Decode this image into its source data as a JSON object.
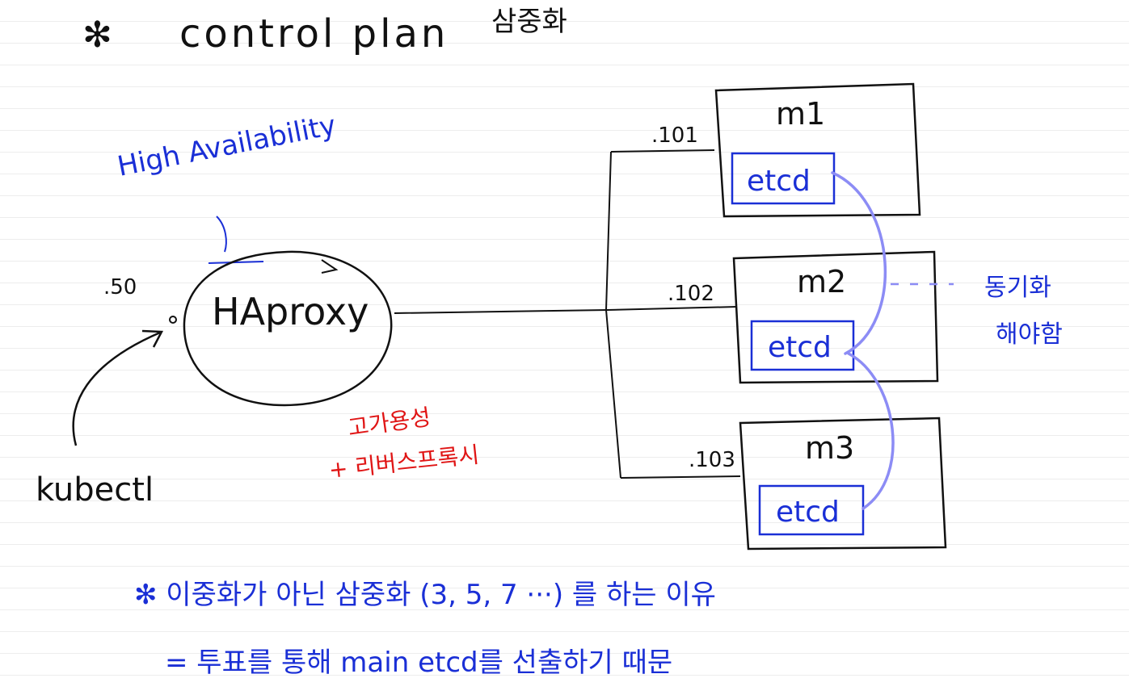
{
  "title": {
    "bullet": "✻",
    "text": "control plan",
    "korean": "삼중화"
  },
  "ha_note": "High Availability",
  "haproxy": {
    "label": "HAproxy",
    "ip": ".50",
    "note_line1": "고가용성",
    "note_line2": "+ 리버스프록시"
  },
  "client": "kubectl",
  "masters": [
    {
      "name": "m1",
      "ip": ".101",
      "db": "etcd"
    },
    {
      "name": "m2",
      "ip": ".102",
      "db": "etcd"
    },
    {
      "name": "m3",
      "ip": ".103",
      "db": "etcd"
    }
  ],
  "sync_note": {
    "line1": "동기화",
    "line2": "해야함"
  },
  "footer": {
    "line1": "✻ 이중화가 아닌 삼중화 (3, 5, 7 ···) 를 하는 이유",
    "line2": "= 투표를 통해 main etcd를 선출하기 때문"
  },
  "colors": {
    "ink": "#111111",
    "blue": "#1a2fd6",
    "red": "#e01515",
    "sync_line": "#8c8cf5"
  }
}
